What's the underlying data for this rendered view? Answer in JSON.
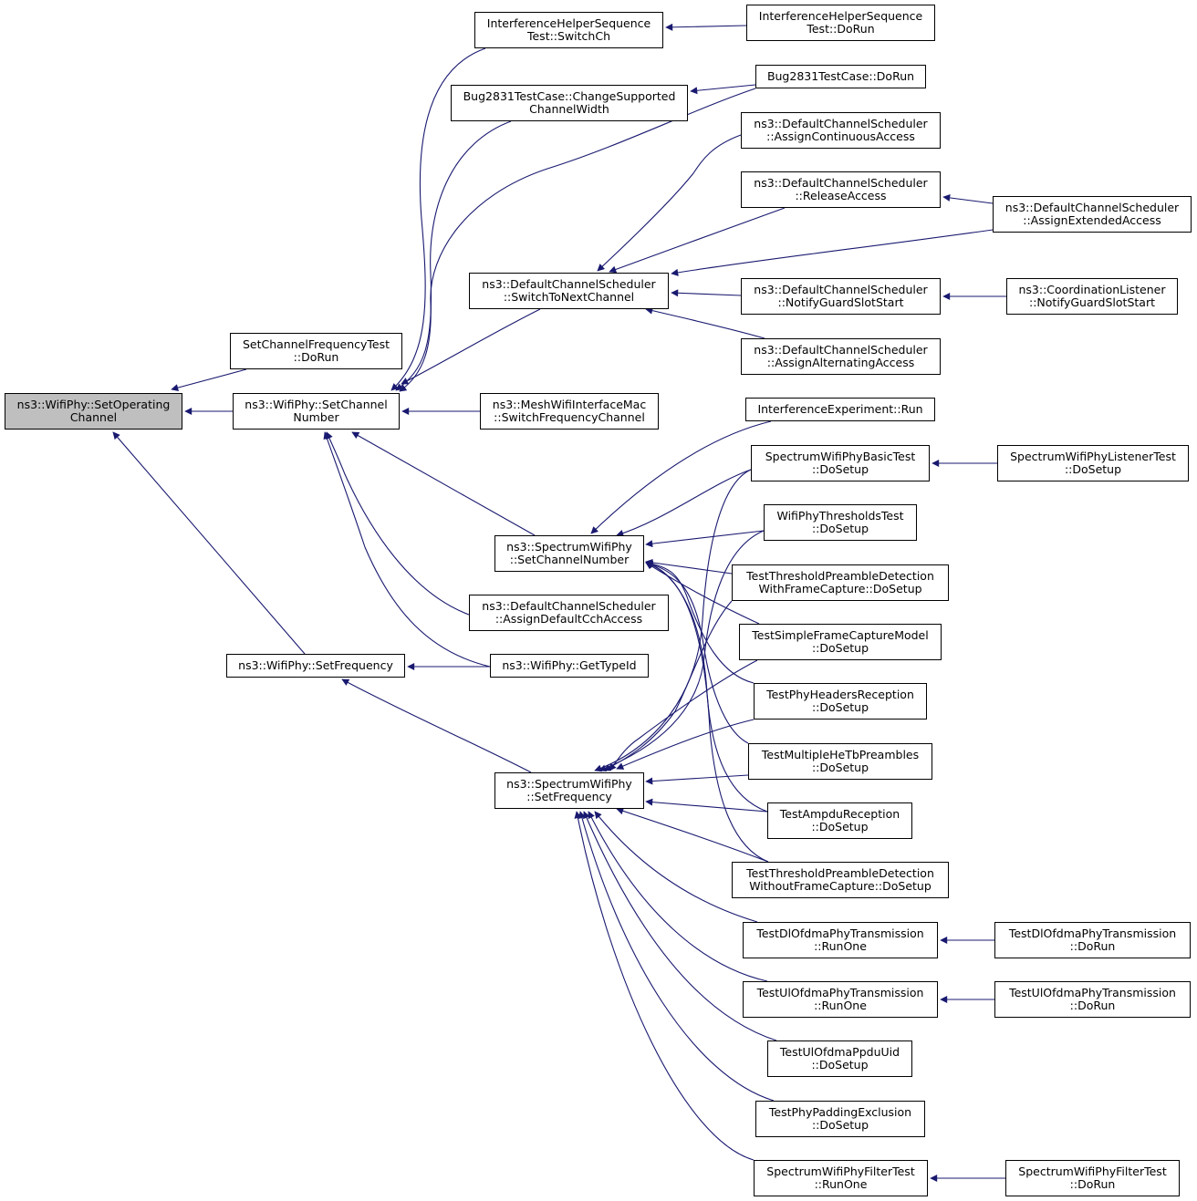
{
  "colors": {
    "edge": "#191970",
    "root_fill": "#bfbfbf",
    "node_fill": "#ffffff",
    "border": "#000000"
  },
  "nodes": {
    "set_operating_channel": [
      "ns3::WifiPhy::SetOperating",
      "Channel"
    ],
    "set_channel_frequency_test": [
      "SetChannelFrequencyTest",
      "::DoRun"
    ],
    "wifiphy_set_channel_number": [
      "ns3::WifiPhy::SetChannel",
      "Number"
    ],
    "wifiphy_set_frequency": [
      "ns3::WifiPhy::SetFrequency"
    ],
    "interference_switchch": [
      "InterferenceHelperSequence",
      "Test::SwitchCh"
    ],
    "bug2831_change_width": [
      "Bug2831TestCase::ChangeSupported",
      "ChannelWidth"
    ],
    "dcs_switch_to_next": [
      "ns3::DefaultChannelScheduler",
      "::SwitchToNextChannel"
    ],
    "mesh_switch_freq": [
      "ns3::MeshWifiInterfaceMac",
      "::SwitchFrequencyChannel"
    ],
    "spectrum_set_channel_number": [
      "ns3::SpectrumWifiPhy",
      "::SetChannelNumber"
    ],
    "dcs_assign_default_cch": [
      "ns3::DefaultChannelScheduler",
      "::AssignDefaultCchAccess"
    ],
    "wifiphy_get_type_id": [
      "ns3::WifiPhy::GetTypeId"
    ],
    "spectrum_set_frequency": [
      "ns3::SpectrumWifiPhy",
      "::SetFrequency"
    ],
    "interference_dorun": [
      "InterferenceHelperSequence",
      "Test::DoRun"
    ],
    "bug2831_dorun": [
      "Bug2831TestCase::DoRun"
    ],
    "dcs_assign_continuous": [
      "ns3::DefaultChannelScheduler",
      "::AssignContinuousAccess"
    ],
    "dcs_release_access": [
      "ns3::DefaultChannelScheduler",
      "::ReleaseAccess"
    ],
    "dcs_notify_guard": [
      "ns3::DefaultChannelScheduler",
      "::NotifyGuardSlotStart"
    ],
    "dcs_assign_alternating": [
      "ns3::DefaultChannelScheduler",
      "::AssignAlternatingAccess"
    ],
    "interference_experiment_run": [
      "InterferenceExperiment::Run"
    ],
    "spectrum_basic_test_dosetup": [
      "SpectrumWifiPhyBasicTest",
      "::DoSetup"
    ],
    "thresholds_test_dosetup": [
      "WifiPhyThresholdsTest",
      "::DoSetup"
    ],
    "threshold_preamble_with_fc": [
      "TestThresholdPreambleDetection",
      "WithFrameCapture::DoSetup"
    ],
    "simple_frame_capture": [
      "TestSimpleFrameCaptureModel",
      "::DoSetup"
    ],
    "phy_headers_reception": [
      "TestPhyHeadersReception",
      "::DoSetup"
    ],
    "multiple_he_tb": [
      "TestMultipleHeTbPreambles",
      "::DoSetup"
    ],
    "ampdu_reception": [
      "TestAmpduReception",
      "::DoSetup"
    ],
    "threshold_preamble_without_fc": [
      "TestThresholdPreambleDetection",
      "WithoutFrameCapture::DoSetup"
    ],
    "dl_ofdma_runone": [
      "TestDlOfdmaPhyTransmission",
      "::RunOne"
    ],
    "ul_ofdma_runone": [
      "TestUlOfdmaPhyTransmission",
      "::RunOne"
    ],
    "ul_ofdma_ppdu_uid": [
      "TestUlOfdmaPpduUid",
      "::DoSetup"
    ],
    "phy_padding_exclusion": [
      "TestPhyPaddingExclusion",
      "::DoSetup"
    ],
    "spectrum_filter_runone": [
      "SpectrumWifiPhyFilterTest",
      "::RunOne"
    ],
    "dcs_assign_extended": [
      "ns3::DefaultChannelScheduler",
      "::AssignExtendedAccess"
    ],
    "coordination_listener": [
      "ns3::CoordinationListener",
      "::NotifyGuardSlotStart"
    ],
    "spectrum_listener_dosetup": [
      "SpectrumWifiPhyListenerTest",
      "::DoSetup"
    ],
    "dl_ofdma_dorun": [
      "TestDlOfdmaPhyTransmission",
      "::DoRun"
    ],
    "ul_ofdma_dorun": [
      "TestUlOfdmaPhyTransmission",
      "::DoRun"
    ],
    "spectrum_filter_dorun": [
      "SpectrumWifiPhyFilterTest",
      "::DoRun"
    ]
  }
}
